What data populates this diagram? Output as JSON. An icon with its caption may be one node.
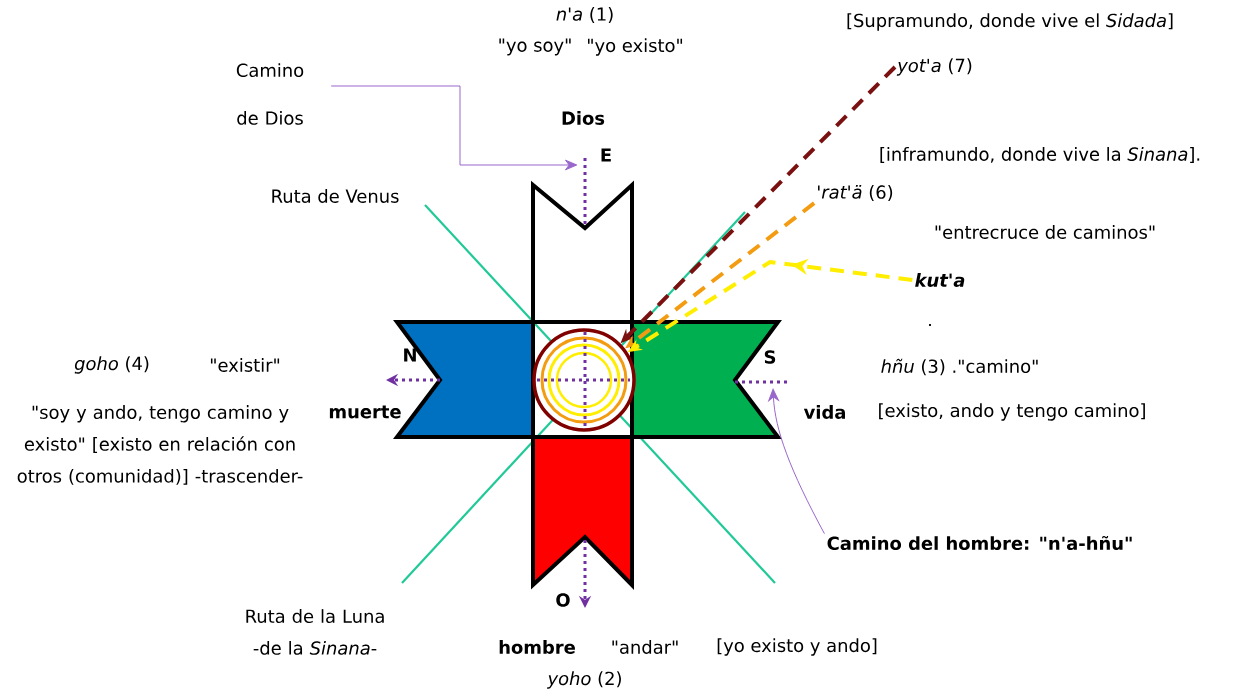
{
  "diagram": {
    "nodes": [
      {
        "text": [
          "Camino de Dios"
        ]
      },
      {
        "text": [
          "*yot'a* (7)"
        ]
      },
      {
        "text": [
          "*'rat'ä* (6)"
        ]
      },
      {
        "text": [
          "kut'a"
        ]
      },
      {
        "text": [],
        "shape": "circle"
      },
      {
        "text": [
          "Camino del hombre: \"n'a-hñu\""
        ]
      }
    ],
    "edges": [
      {
        "from": 0,
        "to": null,
        "arrow": "to",
        "color": "#9966cc"
      },
      {
        "from": 1,
        "to": 4,
        "arrow": "to",
        "style": "dashed",
        "color": "#7b1010"
      },
      {
        "from": 2,
        "to": 4,
        "arrow": "to",
        "style": "dashed",
        "color": "#f39c12"
      },
      {
        "from": 3,
        "to": 4,
        "arrow": "to",
        "style": "dashed",
        "color": "#ffee00"
      },
      {
        "from": 5,
        "to": null,
        "arrow": "to",
        "color": "#9966cc"
      }
    ],
    "labels": [
      "*n'a* (1)",
      "[Supramundo, donde vive el *Sidada*]",
      "\"yo soy\"",
      "\"yo existo\"",
      "Dios",
      "E",
      "[inframundo, donde vive la *Sinana*].",
      "Ruta de Venus",
      "\"entrecruce de caminos\"",
      ".",
      "*goho* (4)",
      "\"existir\"",
      "N",
      "S",
      "*hñu* (3) .\"camino\"",
      "\"soy y ando, tengo camino y existo\" [existo en relación con otros (comunidad)] -trascender-",
      "muerte",
      "vida",
      "[existo, ando y tengo camino]",
      "Ruta de la Luna -de la *Sinana*-",
      "O",
      "hombre",
      "\"andar\"",
      "[yo existo y ando]",
      "*yoho* (2)"
    ]
  }
}
